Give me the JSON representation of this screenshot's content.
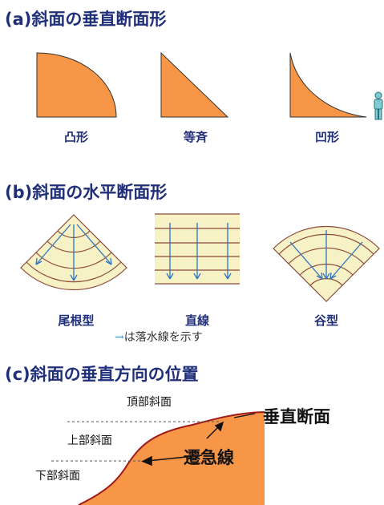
{
  "sections": {
    "a_title": "(a)斜面の垂直断面形",
    "b_title": "(b)斜面の水平断面形",
    "c_title": "(c)斜面の垂直方向の位置"
  },
  "vertical_profiles": [
    "凸形",
    "等斉",
    "凹形"
  ],
  "horizontal_profiles": [
    "尾根型",
    "直線",
    "谷型"
  ],
  "flow_note": {
    "arrow": "→",
    "text": "は落水線を示す"
  },
  "position": {
    "top": "頂部斜面",
    "upper": "上部斜面",
    "lower": "下部斜面",
    "profile_label": "垂直断面",
    "knickline_label": "遷急線"
  },
  "colors": {
    "slope_fill": "#f79646",
    "plan_fill": "#f6f2c6",
    "contour": "#8b4a3a",
    "flow": "#2f74c0",
    "title": "#1f2f7a"
  }
}
